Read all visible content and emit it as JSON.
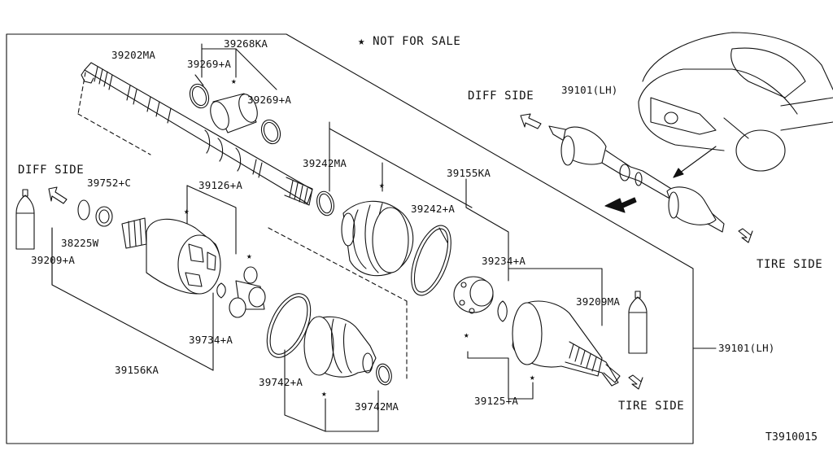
{
  "note": {
    "symbol": "★",
    "text": "NOT FOR SALE"
  },
  "direction_labels": {
    "diff_side_left": "DIFF SIDE",
    "diff_side_right": "DIFF SIDE",
    "tire_side_right": "TIRE SIDE",
    "tire_side_bottom": "TIRE SIDE"
  },
  "part_labels": {
    "p39202MA": "39202MA",
    "p39268KA": "39268KA",
    "p39269A_top": "39269+A",
    "p39269A_right": "39269+A",
    "p39242MA": "39242MA",
    "p39155KA": "39155KA",
    "p39242A": "39242+A",
    "p39101LH_top": "39101(LH)",
    "p39101LH_right": "39101(LH)",
    "p39752C": "39752+C",
    "p39126A": "39126+A",
    "p38225W": "38225W",
    "p39209A": "39209+A",
    "p39234A": "39234+A",
    "p39209MA": "39209MA",
    "p39734A": "39734+A",
    "p39156KA": "39156KA",
    "p39742A": "39742+A",
    "p39742MA": "39742MA",
    "p39125A": "39125+A"
  },
  "diagram_id": "T3910015",
  "icons": [
    "star-marker",
    "arrow-outline-icon",
    "grease-tube-icon",
    "vehicle-sketch"
  ]
}
